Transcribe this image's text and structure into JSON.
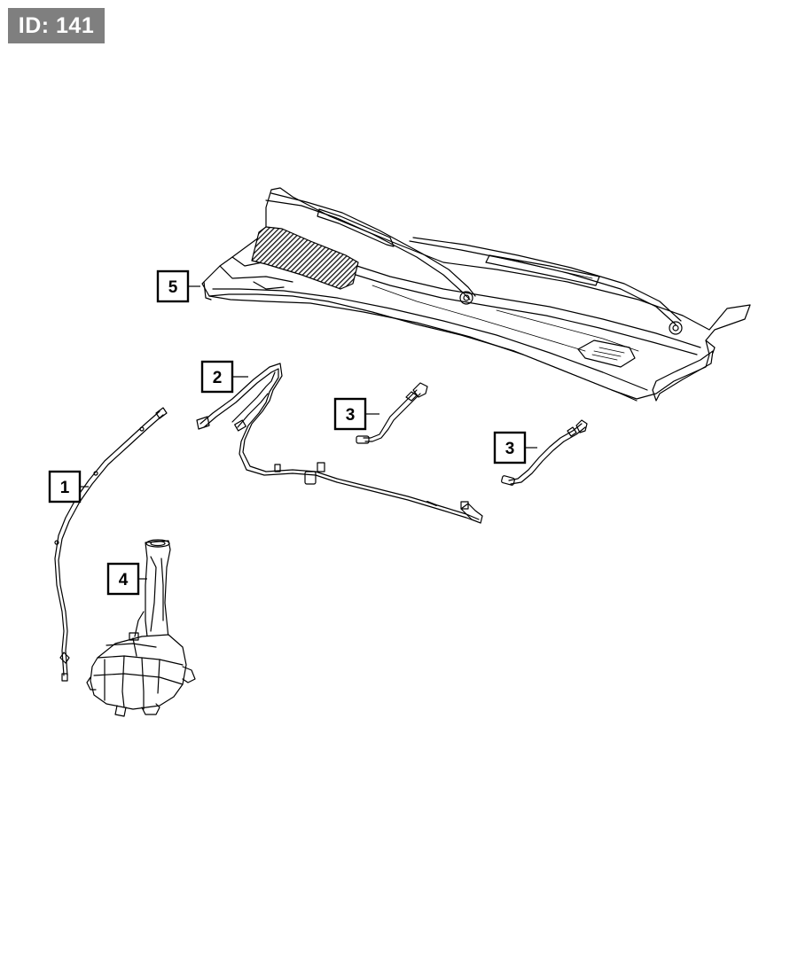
{
  "badge": {
    "text": "ID: 141"
  },
  "callouts": [
    {
      "id": "callout-5",
      "label": "5",
      "part": "cowl-panel"
    },
    {
      "id": "callout-2",
      "label": "2",
      "part": "washer-hose-harness"
    },
    {
      "id": "callout-3a",
      "label": "3",
      "part": "washer-nozzle-left"
    },
    {
      "id": "callout-3b",
      "label": "3",
      "part": "washer-nozzle-right"
    },
    {
      "id": "callout-1",
      "label": "1",
      "part": "washer-hose"
    },
    {
      "id": "callout-4",
      "label": "4",
      "part": "washer-reservoir"
    }
  ],
  "colors": {
    "line": "#000000",
    "badge_bg": "#7f7f7f",
    "badge_text": "#ffffff",
    "hatch": "#1a1a1a"
  }
}
